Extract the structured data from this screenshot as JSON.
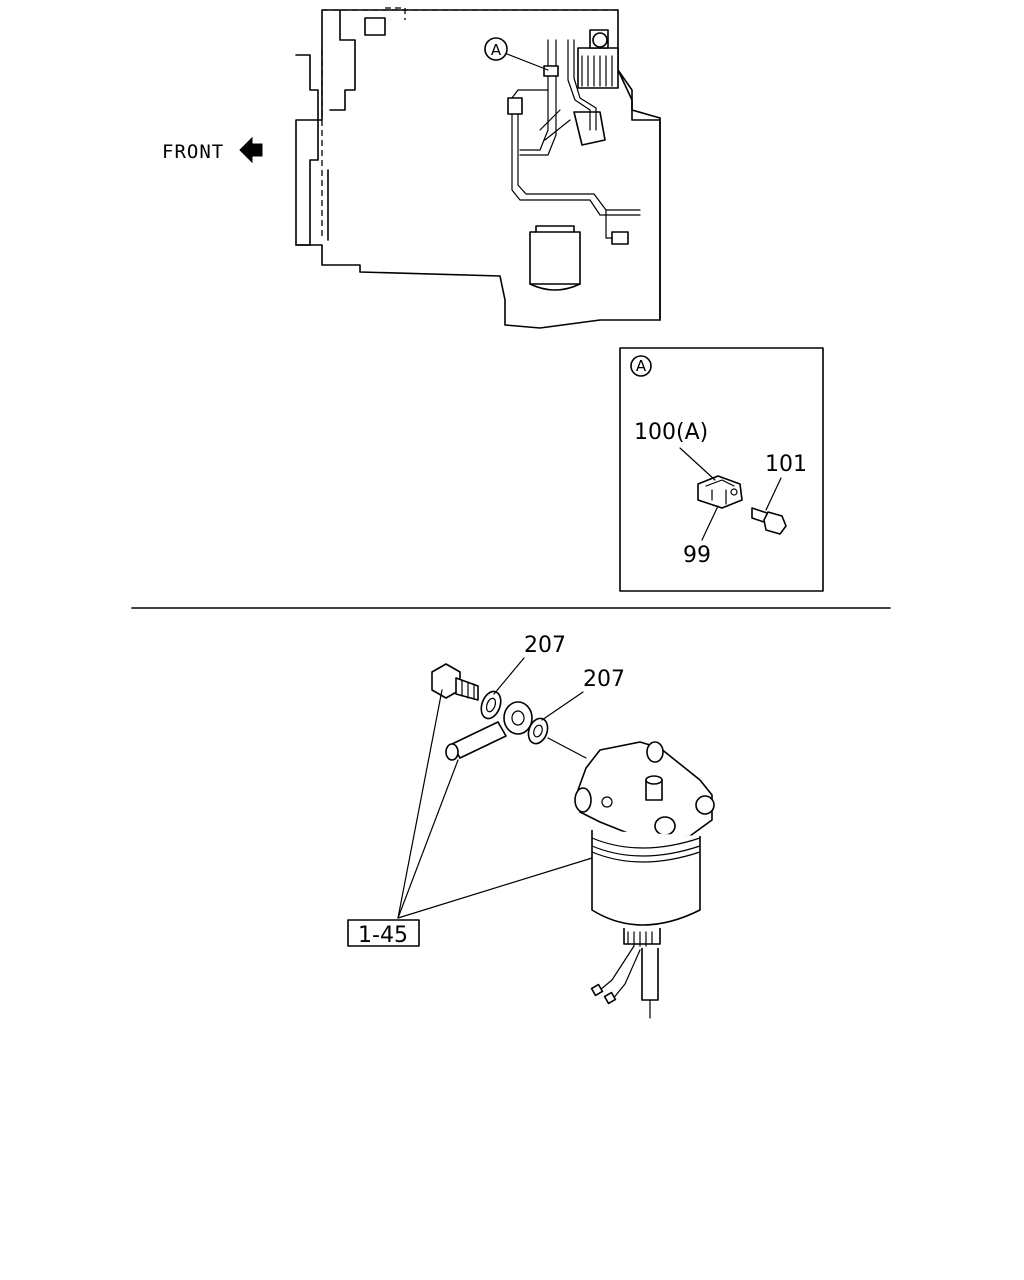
{
  "upper_view": {
    "front_label": "FRONT",
    "callout_letter": "A"
  },
  "detail_a": {
    "title": "A",
    "parts": [
      {
        "id": "part-100a",
        "label": "100(A)"
      },
      {
        "id": "part-101",
        "label": "101"
      },
      {
        "id": "part-99",
        "label": "99"
      }
    ]
  },
  "lower_view": {
    "parts": [
      {
        "id": "part-207-a",
        "label": "207"
      },
      {
        "id": "part-207-b",
        "label": "207"
      }
    ],
    "reference_box": "1-45"
  }
}
